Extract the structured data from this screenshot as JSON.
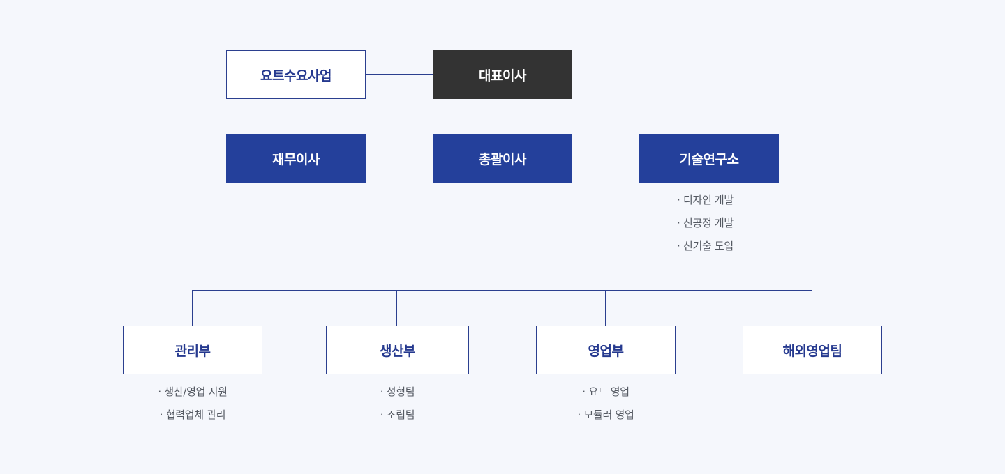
{
  "org": {
    "ceo": "대표이사",
    "yacht_repair": "요트수요사업",
    "general_director": "총괄이사",
    "finance_director": "재무이사",
    "lab": {
      "name": "기술연구소",
      "items": [
        "디자인 개발",
        "신공정 개발",
        "신기술 도입"
      ]
    },
    "departments": [
      {
        "name": "관리부",
        "items": [
          "생산/영업 지원",
          "협력업체 관리"
        ]
      },
      {
        "name": "생산부",
        "items": [
          "성형팀",
          "조립팀"
        ]
      },
      {
        "name": "영업부",
        "items": [
          "요트 영업",
          "모듈러 영업"
        ]
      },
      {
        "name": "해외영업팀",
        "items": []
      }
    ]
  },
  "colors": {
    "accent": "#24409b",
    "dark": "#333333",
    "line": "#2b3f8f",
    "background": "#f5f7fc"
  }
}
